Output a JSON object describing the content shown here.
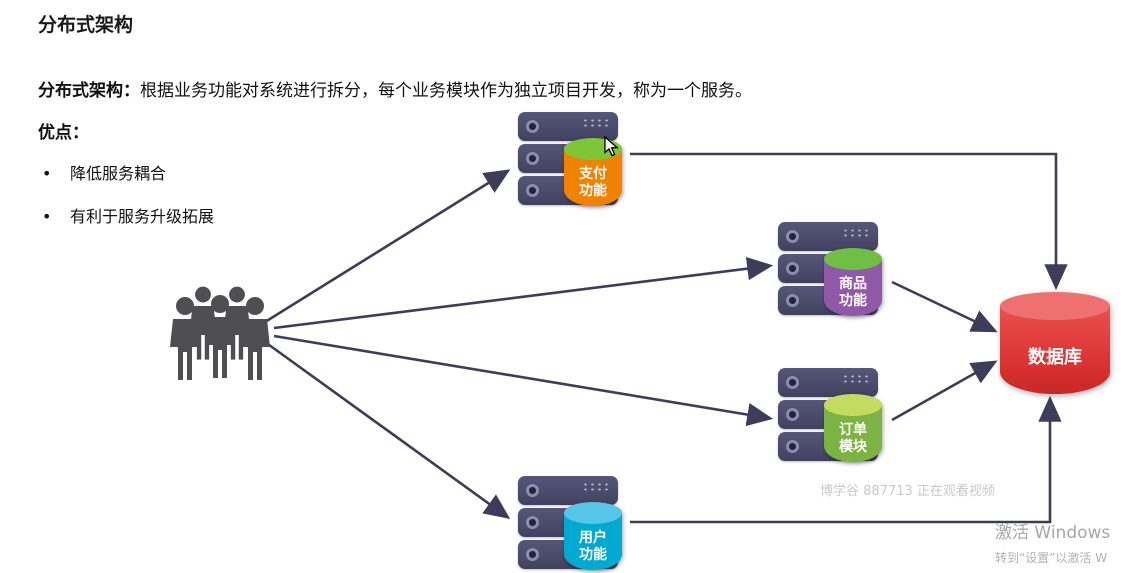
{
  "title": "分布式架构",
  "description": {
    "lead": "分布式架构：",
    "body": "根据业务功能对系统进行拆分，每个业务模块作为独立项目开发，称为一个服务。"
  },
  "advantages": {
    "heading": "优点：",
    "items": [
      "降低服务耦合",
      "有利于服务升级拓展"
    ]
  },
  "diagram": {
    "services": [
      {
        "name": "payment",
        "lines": [
          "支付",
          "功能"
        ],
        "top_color": "#7ec636",
        "body_color": "#f08200"
      },
      {
        "name": "product",
        "lines": [
          "商品",
          "功能"
        ],
        "top_color": "#6fbf44",
        "body_color": "#9059a8"
      },
      {
        "name": "order",
        "lines": [
          "订单",
          "模块"
        ],
        "top_color": "#c3dc5f",
        "body_color": "#7cb342"
      },
      {
        "name": "user",
        "lines": [
          "用户",
          "功能"
        ],
        "top_color": "#55c5e8",
        "body_color": "#00a9cf"
      }
    ],
    "database_label": "数据库",
    "database_color": "#d93030",
    "arrow_color": "#3d3d5a",
    "rack_color": "#4a4a6c"
  },
  "watermark": "博学谷 887713 正在观看视频",
  "activation": {
    "line1": "激活 Windows",
    "line2": "转到“设置”以激活 W"
  }
}
